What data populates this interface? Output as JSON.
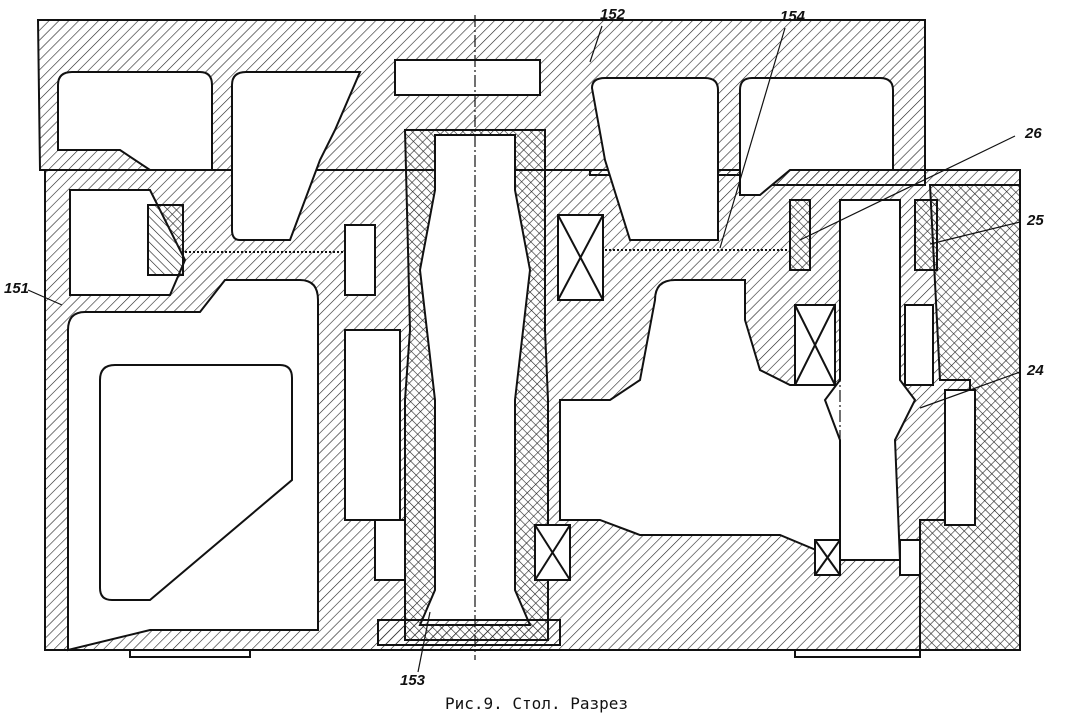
{
  "labels": {
    "l152": "152",
    "l154": "154",
    "l26": "26",
    "l25": "25",
    "l151": "151",
    "l24": "24",
    "l153": "153"
  },
  "caption": "Рис.9. Стол. Разрез",
  "colors": {
    "ink": "#111111",
    "paper": "#ffffff"
  }
}
